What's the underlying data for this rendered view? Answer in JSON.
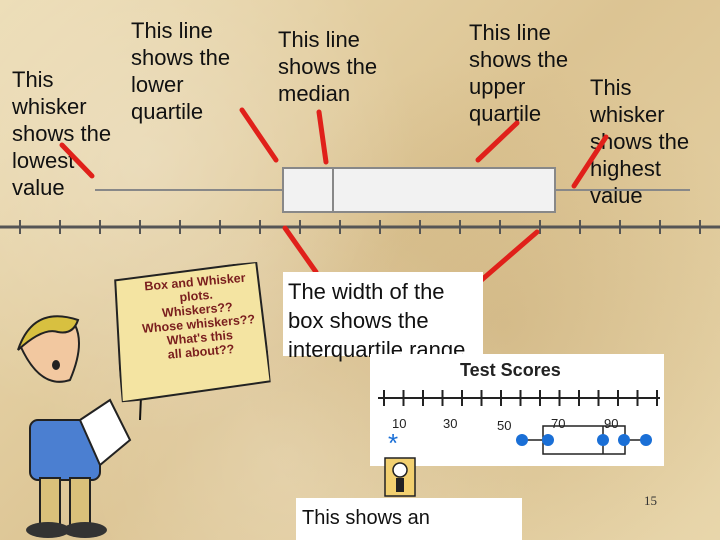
{
  "labels": {
    "lower_quartile": "This line\nshows the\nlower\nquartile",
    "lowest_value": "This\nwhisker\nshows the\nlowest\nvalue",
    "median": "This line\nshows the\nmedian",
    "upper_quartile": "This line\nshows the\nupper\nquartile",
    "highest_value": "This\nwhisker\nshows the\nhighest\nvalue",
    "box_width": "The width of the\nbox shows the\ninterquartile range",
    "outlier_note": "This shows an"
  },
  "sign": {
    "text": "Box and Whisker\nplots.\nWhiskers??\nWhose whiskers??\nWhat's this\nall about??"
  },
  "inset": {
    "title": "Test Scores",
    "ticks": [
      "10",
      "30",
      "50",
      "70",
      "90"
    ]
  },
  "page_number": "15",
  "colors": {
    "arrow": "#e0201a",
    "point": "#1a6fd6",
    "background": "#e6d4a8"
  }
}
